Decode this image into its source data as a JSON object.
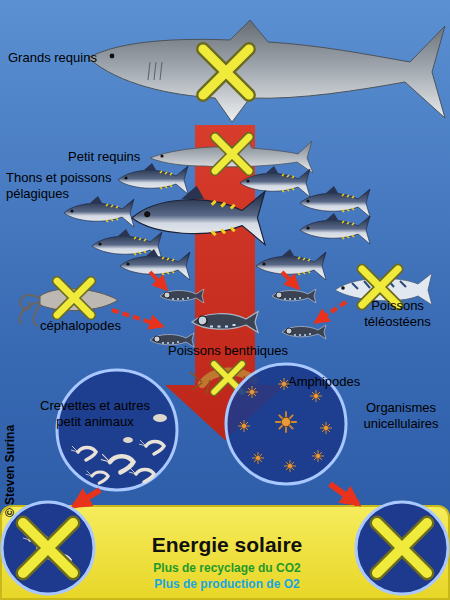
{
  "diagram": {
    "nodes": [
      {
        "text": [
          "Crevettes et autres petit animaux"
        ]
      },
      {
        "text": [
          "Organismes unicellulaires"
        ]
      },
      {
        "text": [
          "Energie solaire",
          "Plus de recyclage du CO2",
          "Plus de production de O2"
        ]
      }
    ],
    "labels": [
      "Grands requins",
      "Petit requins",
      "Thons et poissons pélagiques",
      "céphalopodes",
      "Poissons téléostéens",
      "Poissons benthiques",
      "Amphipodes",
      "© Steven Surina"
    ]
  }
}
